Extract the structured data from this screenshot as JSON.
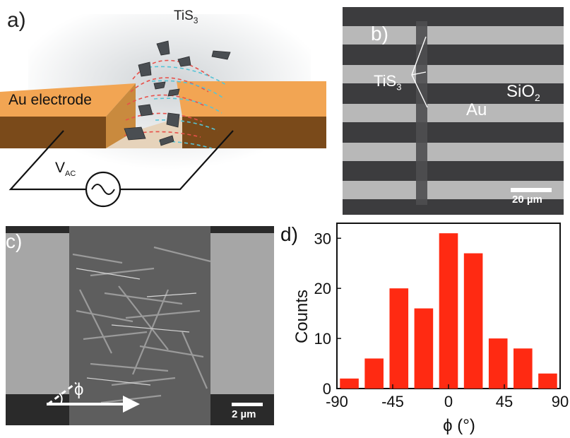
{
  "panels": {
    "a": {
      "label": "a)",
      "tis3_label": "TiS",
      "tis3_sub": "3",
      "electrode_label": "Au electrode",
      "vac_label": "V",
      "vac_sub": "AC"
    },
    "b": {
      "label": "b)",
      "tis3_label": "TiS",
      "tis3_sub": "3",
      "au_label": "Au",
      "sio2_label": "SiO",
      "sio2_sub": "2",
      "scale_bar": "20 µm"
    },
    "c": {
      "label": "c)",
      "angle_label": "ϕ",
      "scale_bar": "2 µm"
    },
    "d": {
      "label": "d)"
    }
  },
  "chart_data": {
    "type": "bar",
    "x": [
      -80,
      -60,
      -40,
      -20,
      0,
      20,
      40,
      60,
      80
    ],
    "values": [
      2,
      6,
      20,
      16,
      31,
      27,
      10,
      8,
      3
    ],
    "bar_width": 18,
    "xlabel": "ϕ (°)",
    "ylabel": "Counts",
    "xlim": [
      -90,
      90
    ],
    "ylim": [
      0,
      33
    ],
    "xticks": [
      -90,
      -45,
      0,
      45,
      90
    ],
    "xtick_labels": [
      "-90",
      "-45",
      "0",
      "45",
      "90"
    ],
    "yticks": [
      0,
      10,
      20,
      30
    ],
    "ytick_labels": [
      "0",
      "10",
      "20",
      "30"
    ],
    "bar_color": "#ff2a12",
    "grid": false
  }
}
